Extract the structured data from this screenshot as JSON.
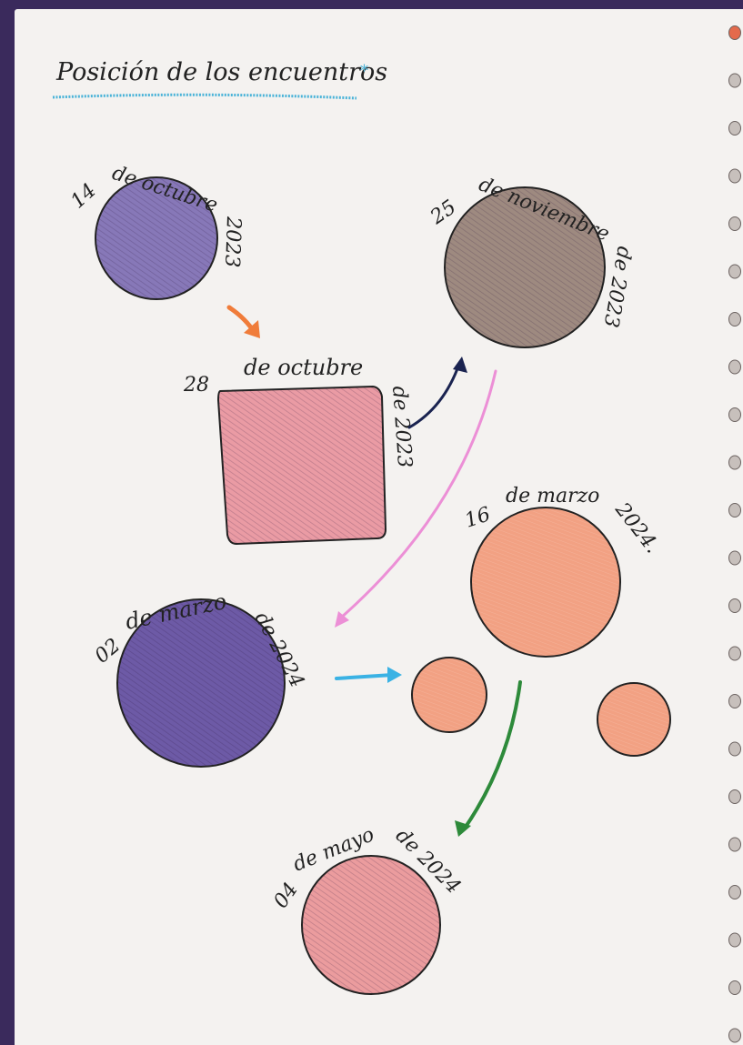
{
  "page": {
    "title": "Posición de los encuentros",
    "title_mark": "*"
  },
  "encounters": [
    {
      "id": "e1",
      "day": "14",
      "month_text": "de octubre",
      "year_text": "2023",
      "shape": "circle",
      "fill": "#8778b8",
      "fill_dark": "#4d3f88"
    },
    {
      "id": "e2",
      "day": "25",
      "month_text": "de noviembre",
      "year_text": "de 2023",
      "shape": "circle",
      "fill": "#9e8a80",
      "fill_dark": "#6a5450"
    },
    {
      "id": "e3",
      "day": "28",
      "month_text": "de octubre",
      "year_text": "de 2023",
      "shape": "square",
      "fill": "#ea9ba4",
      "fill_dark": "#cf5f6c"
    },
    {
      "id": "e4",
      "day": "16",
      "month_text": "de marzo",
      "year_text": "2024.",
      "shape": "circle",
      "fill": "#f2a183",
      "fill_dark": "#d7745a"
    },
    {
      "id": "e5",
      "day": "02",
      "month_text": "de marzo",
      "year_text": "de 2024",
      "shape": "circle",
      "fill": "#6d5aa6",
      "fill_dark": "#3a2d6d"
    },
    {
      "id": "e6",
      "day": "04",
      "month_text": "de mayo",
      "year_text": "de 2024",
      "shape": "circle",
      "fill": "#eb9c9e",
      "fill_dark": "#cf6670"
    }
  ],
  "small_circles_fill": "#f2a183",
  "arrows": [
    {
      "from": "e1",
      "to": "e3",
      "color": "#f07c3a"
    },
    {
      "from": "e3",
      "to": "e2",
      "color": "#1a2350"
    },
    {
      "from": "e2",
      "to": "e5",
      "color": "#ec8fd6"
    },
    {
      "from": "e5",
      "to": "e4",
      "color": "#3ab2e4"
    },
    {
      "from": "e4",
      "to": "e6",
      "color": "#2d8a3a"
    }
  ],
  "colors": {
    "background": "#3a2a5c",
    "paper": "#f4f2f0",
    "title_underline": "#4ab3d8",
    "ring_hole": "#c7c0bc",
    "ring_hole_accent": "#e36a4c"
  }
}
